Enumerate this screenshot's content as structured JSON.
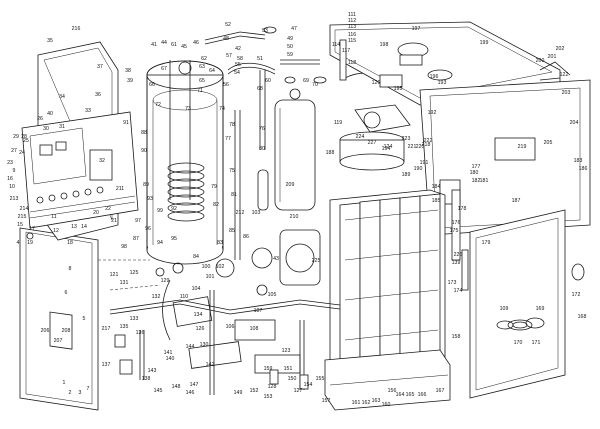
{
  "callouts": [
    "216",
    "35",
    "37",
    "34",
    "36",
    "33",
    "40",
    "41",
    "44",
    "61",
    "45",
    "46",
    "52",
    "53",
    "47",
    "48",
    "49",
    "50",
    "42",
    "57",
    "58",
    "59",
    "55",
    "54",
    "51",
    "56",
    "65",
    "62",
    "63",
    "64",
    "67",
    "68",
    "60",
    "66",
    "69",
    "70",
    "71",
    "72",
    "73",
    "74",
    "75",
    "77",
    "78",
    "76",
    "80",
    "79",
    "81",
    "82",
    "83",
    "84",
    "85",
    "86",
    "87",
    "88",
    "89",
    "90",
    "91",
    "92",
    "93",
    "94",
    "95",
    "96",
    "97",
    "98",
    "99",
    "100",
    "101",
    "102",
    "103",
    "104",
    "105",
    "106",
    "107",
    "108",
    "109",
    "110",
    "111",
    "112",
    "113",
    "114",
    "115",
    "116",
    "117",
    "118",
    "119",
    "120",
    "121",
    "122",
    "123",
    "124",
    "125",
    "126",
    "127",
    "128",
    "129",
    "130",
    "131",
    "132",
    "133",
    "134",
    "135",
    "136",
    "137",
    "138",
    "139",
    "140",
    "141",
    "142",
    "143",
    "144",
    "145",
    "146",
    "147",
    "148",
    "149",
    "150",
    "151",
    "152",
    "153",
    "154",
    "155",
    "156",
    "157",
    "158",
    "159",
    "160",
    "161",
    "162",
    "163",
    "164",
    "165",
    "166",
    "167",
    "168",
    "169",
    "170",
    "171",
    "172",
    "173",
    "174",
    "175",
    "176",
    "177",
    "178",
    "179",
    "180",
    "181",
    "182",
    "183",
    "184",
    "185",
    "186",
    "187",
    "188",
    "189",
    "190",
    "191",
    "192",
    "193",
    "194",
    "195",
    "196",
    "197",
    "198",
    "199",
    "200",
    "201",
    "202",
    "203",
    "204",
    "205",
    "206",
    "207",
    "208",
    "209",
    "210",
    "211",
    "212",
    "213",
    "214",
    "215",
    "217",
    "218",
    "219",
    "220",
    "221",
    "222",
    "223",
    "224",
    "225",
    "226",
    "227",
    "1",
    "2",
    "3",
    "4",
    "5",
    "6",
    "7",
    "8",
    "9",
    "10",
    "11",
    "12",
    "13",
    "14",
    "15",
    "16",
    "17",
    "18",
    "19",
    "20",
    "21",
    "22",
    "23",
    "24",
    "25",
    "26",
    "27",
    "28",
    "29",
    "30",
    "31",
    "32",
    "38",
    "39",
    "43"
  ]
}
